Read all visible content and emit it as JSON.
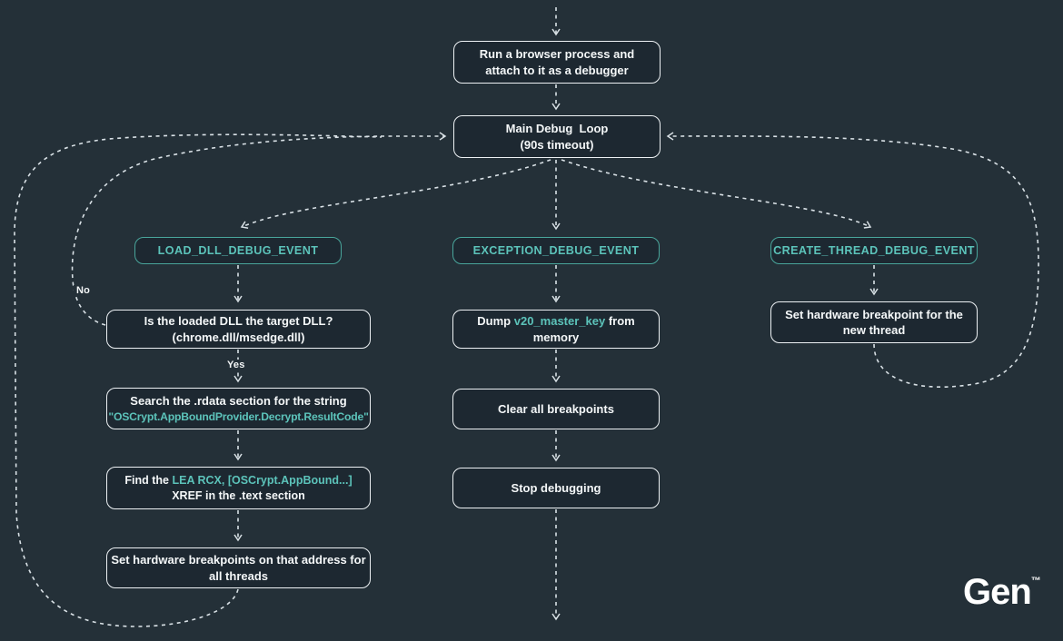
{
  "colors": {
    "background": "#243038",
    "box_fill": "#1d2831",
    "box_border": "#edf1f4",
    "accent_border": "#49a59b",
    "accent_text": "#5cc3ba",
    "wire": "#d9e1e6",
    "text": "#f4f7f8"
  },
  "nodes": {
    "run_browser": {
      "text": "Run a browser process and attach to it as a debugger"
    },
    "main_loop": {
      "line1": "Main Debug  Loop",
      "line2": "(90s timeout)"
    },
    "load_dll_event": {
      "text": "LOAD_DLL_DEBUG_EVENT"
    },
    "exception_event": {
      "text": "EXCEPTION_DEBUG_EVENT"
    },
    "create_thread_event": {
      "text": "CREATE_THREAD_DEBUG_EVENT"
    },
    "is_target_dll": {
      "line1": "Is the loaded DLL the target DLL?",
      "line2": "(chrome.dll/msedge.dll)"
    },
    "search_rdata": {
      "line1": "Search the .rdata section for the string",
      "line2": "\"OSCrypt.AppBoundProvider.Decrypt.ResultCode\""
    },
    "find_xref": {
      "pre": "Find the ",
      "code": "LEA RCX, [OSCrypt.AppBound...]",
      "post": " XREF in the .text section"
    },
    "set_bp_all_threads": {
      "text": "Set hardware breakpoints on that address for all threads"
    },
    "dump_key": {
      "pre": "Dump ",
      "code": "v20_master_key",
      "post": " from memory"
    },
    "clear_breakpoints": {
      "text": "Clear all breakpoints"
    },
    "stop_debugging": {
      "text": "Stop debugging"
    },
    "set_bp_new_thread": {
      "text": "Set hardware breakpoint for the new thread"
    }
  },
  "edge_labels": {
    "yes": "Yes",
    "no": "No"
  },
  "logo": {
    "text": "Gen",
    "tm": "™"
  }
}
